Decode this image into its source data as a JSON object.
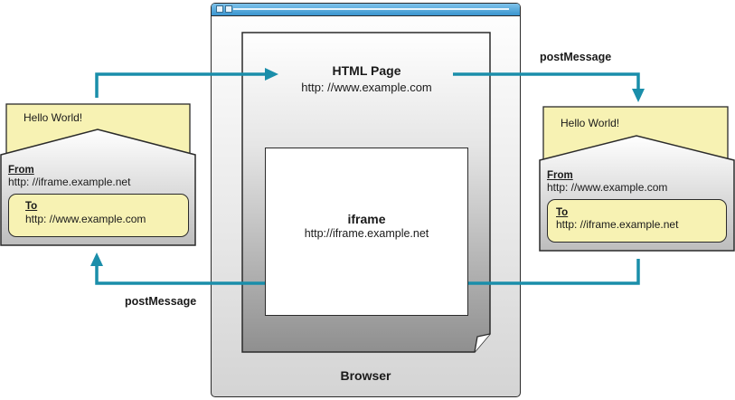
{
  "browser": {
    "label": "Browser"
  },
  "html_page": {
    "title": "HTML Page",
    "url": "http: //www.example.com"
  },
  "iframe": {
    "title": "iframe",
    "url": "http://iframe.example.net"
  },
  "left_envelope": {
    "letter": "Hello World!",
    "from_label": "From",
    "from_url": "http: //iframe.example.net",
    "to_label": "To",
    "to_url": "http: //www.example.com"
  },
  "right_envelope": {
    "letter": "Hello World!",
    "from_label": "From",
    "from_url": "http: //www.example.com",
    "to_label": "To",
    "to_url": "http: //iframe.example.net"
  },
  "arrows": {
    "top_label": "postMessage",
    "bottom_label": "postMessage"
  },
  "colors": {
    "arrow": "#1a8eaa",
    "letter": "#f7f2b3",
    "titlebar": "#3a95cf"
  }
}
